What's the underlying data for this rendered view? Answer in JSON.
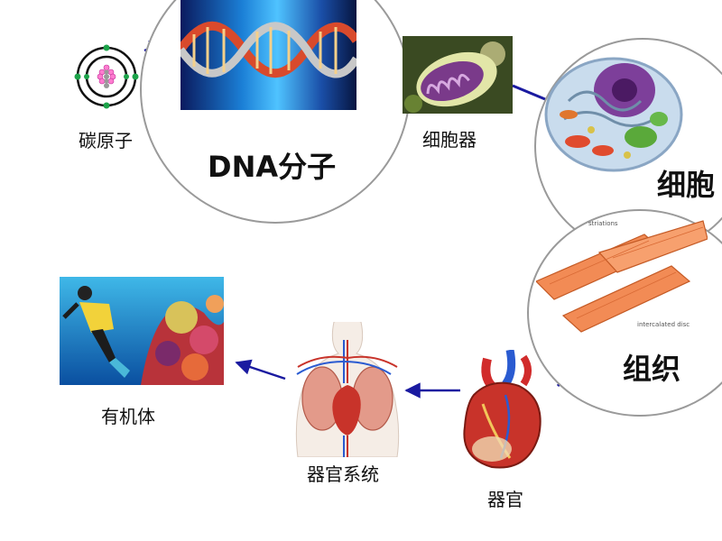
{
  "labels": {
    "carbon_atom": "碳原子",
    "dna_molecule": "DNA分子",
    "organelle": "细胞器",
    "cell": "细胞",
    "tissue": "组织",
    "organ": "器官",
    "organ_system": "器官系统",
    "organism": "有机体"
  },
  "tissue_annotations": {
    "striations": "striations",
    "intercalated_disc": "intercalated disc"
  },
  "colors": {
    "arrow": "#1a1aa0",
    "circle_border": "#9a9a9a"
  }
}
